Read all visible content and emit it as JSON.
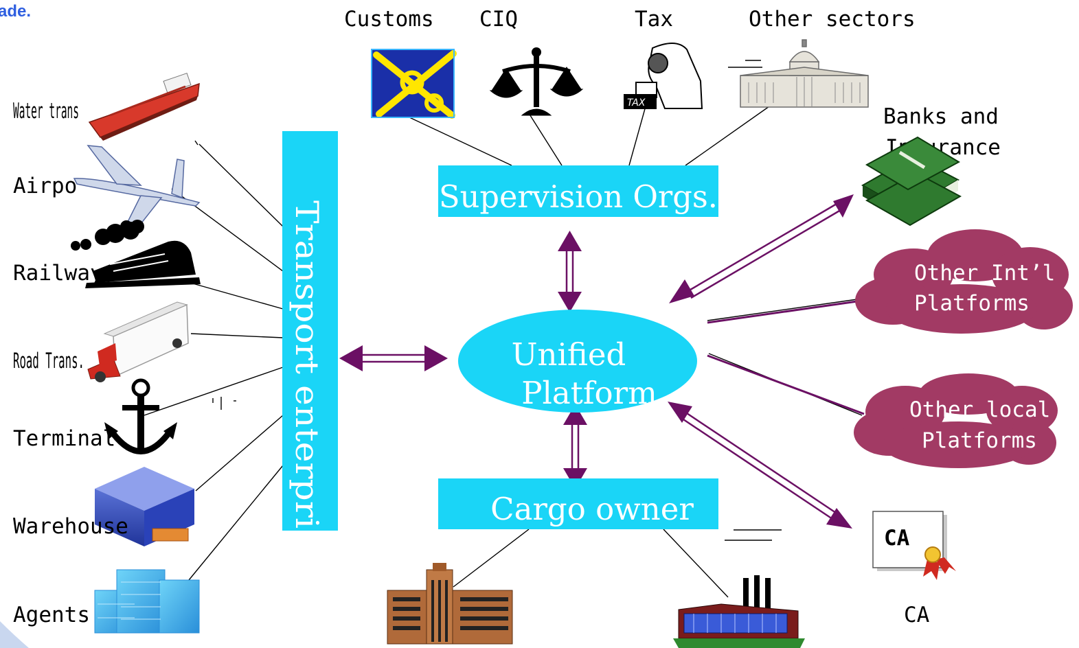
{
  "header": {
    "fragment": "ade."
  },
  "supervision": {
    "sectors": [
      "Customs",
      "CIQ",
      "Tax",
      "Other sectors"
    ],
    "box_label": "Supervision Orgs.",
    "tax_sign": "TAX"
  },
  "transport": {
    "box_label": "Transport enterpri",
    "modes": [
      "Water trans",
      "Airpo",
      "Railway",
      "Road Trans.",
      "Terminal",
      "Warehouse",
      "Agents"
    ]
  },
  "center": {
    "line1": "Unified",
    "line2": "Platform"
  },
  "cargo": {
    "box_label": "Cargo owner"
  },
  "right": {
    "banks": {
      "line1": "Banks and",
      "line2": "Insurance"
    },
    "intl": {
      "line1": "Other Int’l",
      "line2": "Platforms"
    },
    "local": {
      "line1": "Other local",
      "line2": "Platforms"
    },
    "ca_badge": "CA",
    "ca_label": "CA"
  },
  "colors": {
    "box_fill": "#1ad5f7",
    "arrow": "#6b1064",
    "cloud": "#a23a64",
    "title_blue": "#2f5fe0"
  }
}
